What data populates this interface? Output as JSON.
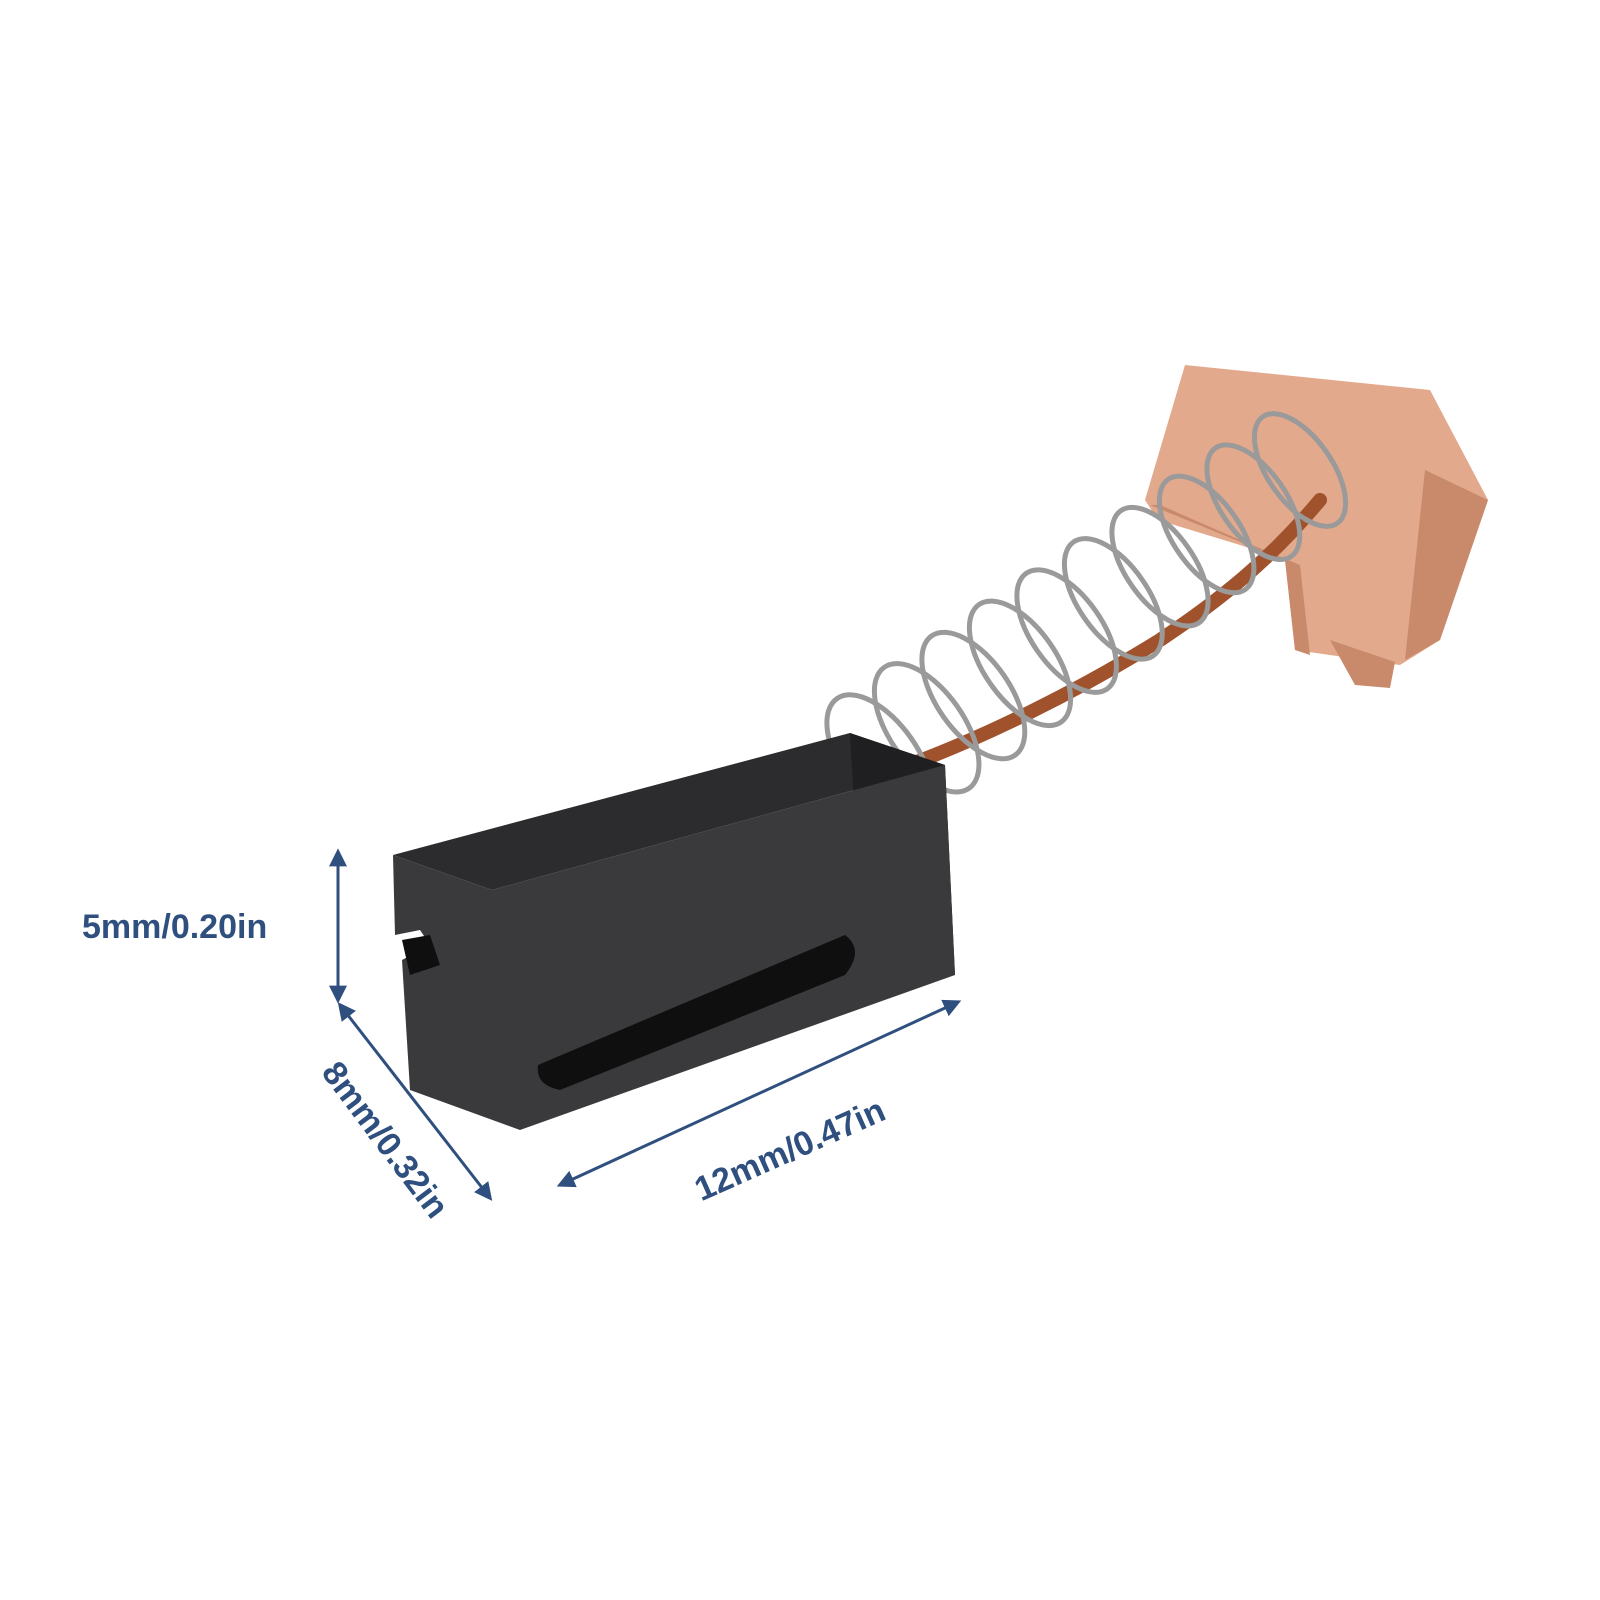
{
  "colors": {
    "background": "#ffffff",
    "dimension": "#2f4f7f",
    "brush_face": "#3a3a3c",
    "brush_top": "#2c2c2e",
    "brush_side": "#1f1f21",
    "brush_groove": "#0f0f10",
    "spring": "#9a9a9a",
    "copper_wire": "#a0522d",
    "terminal": "#e3a98c",
    "terminal_shade": "#c98a6c"
  },
  "dimensions": {
    "height": "5mm/0.20in",
    "depth": "8mm/0.32in",
    "length": "12mm/0.47in"
  }
}
